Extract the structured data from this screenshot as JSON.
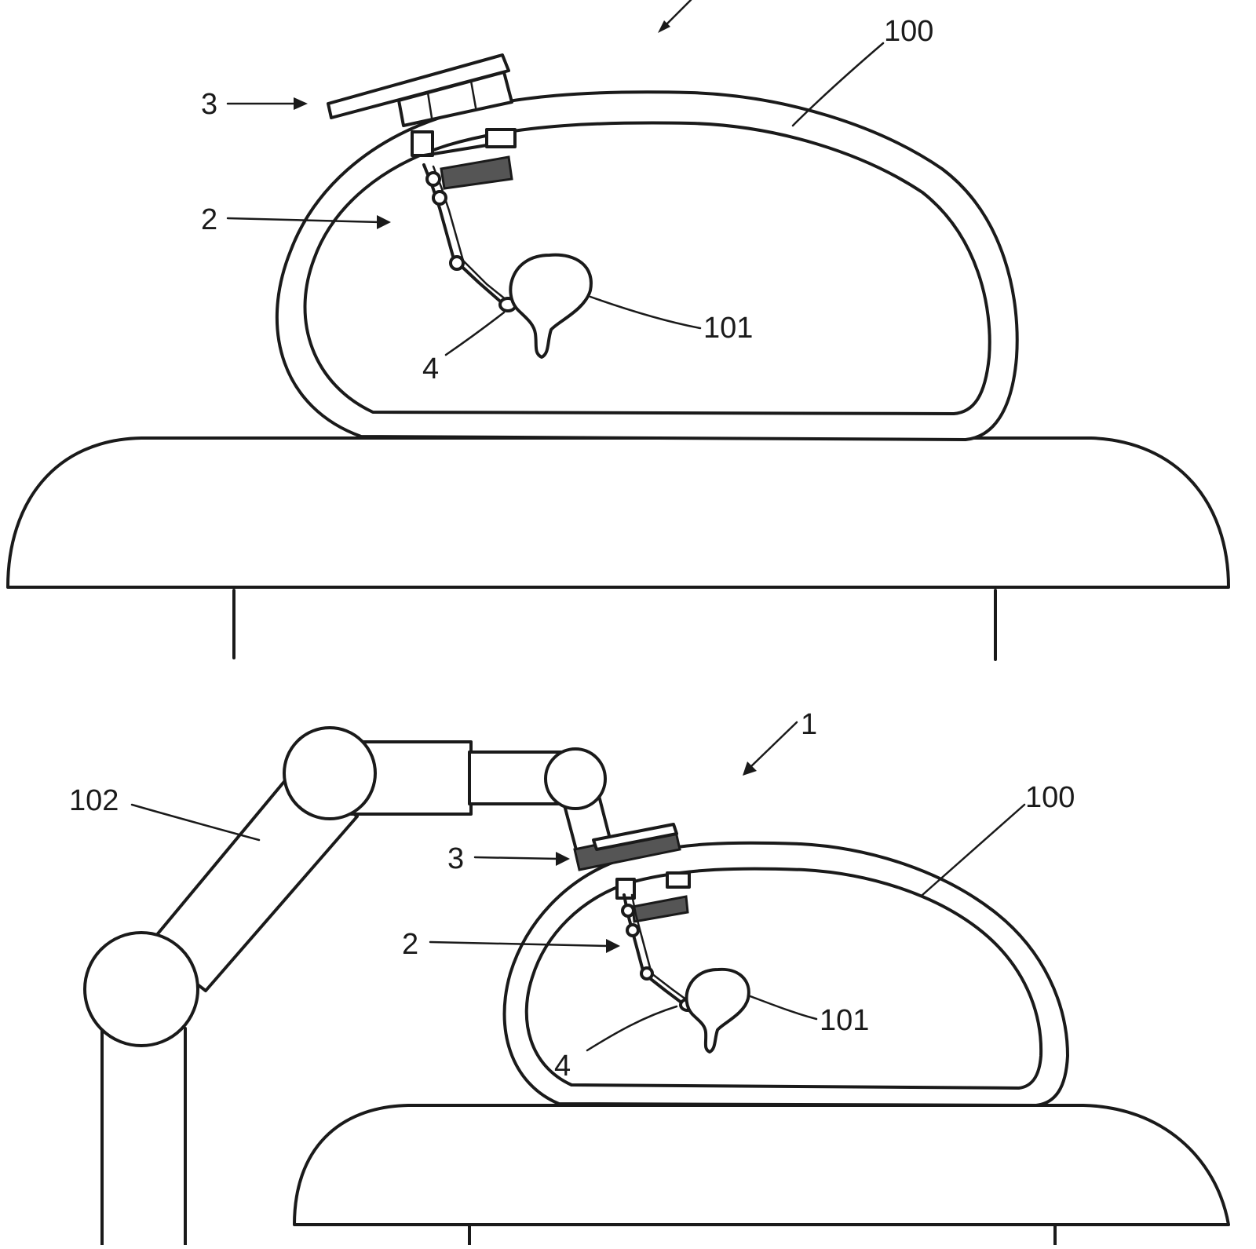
{
  "figure_top": {
    "labels": {
      "ref_3": "3",
      "ref_2": "2",
      "ref_4": "4",
      "ref_100": "100",
      "ref_101": "101"
    }
  },
  "figure_bottom": {
    "labels": {
      "ref_1": "1",
      "ref_102": "102",
      "ref_3": "3",
      "ref_2": "2",
      "ref_4": "4",
      "ref_100": "100",
      "ref_101": "101"
    }
  },
  "colors": {
    "line": "#1a1a1a",
    "background": "#ffffff"
  }
}
